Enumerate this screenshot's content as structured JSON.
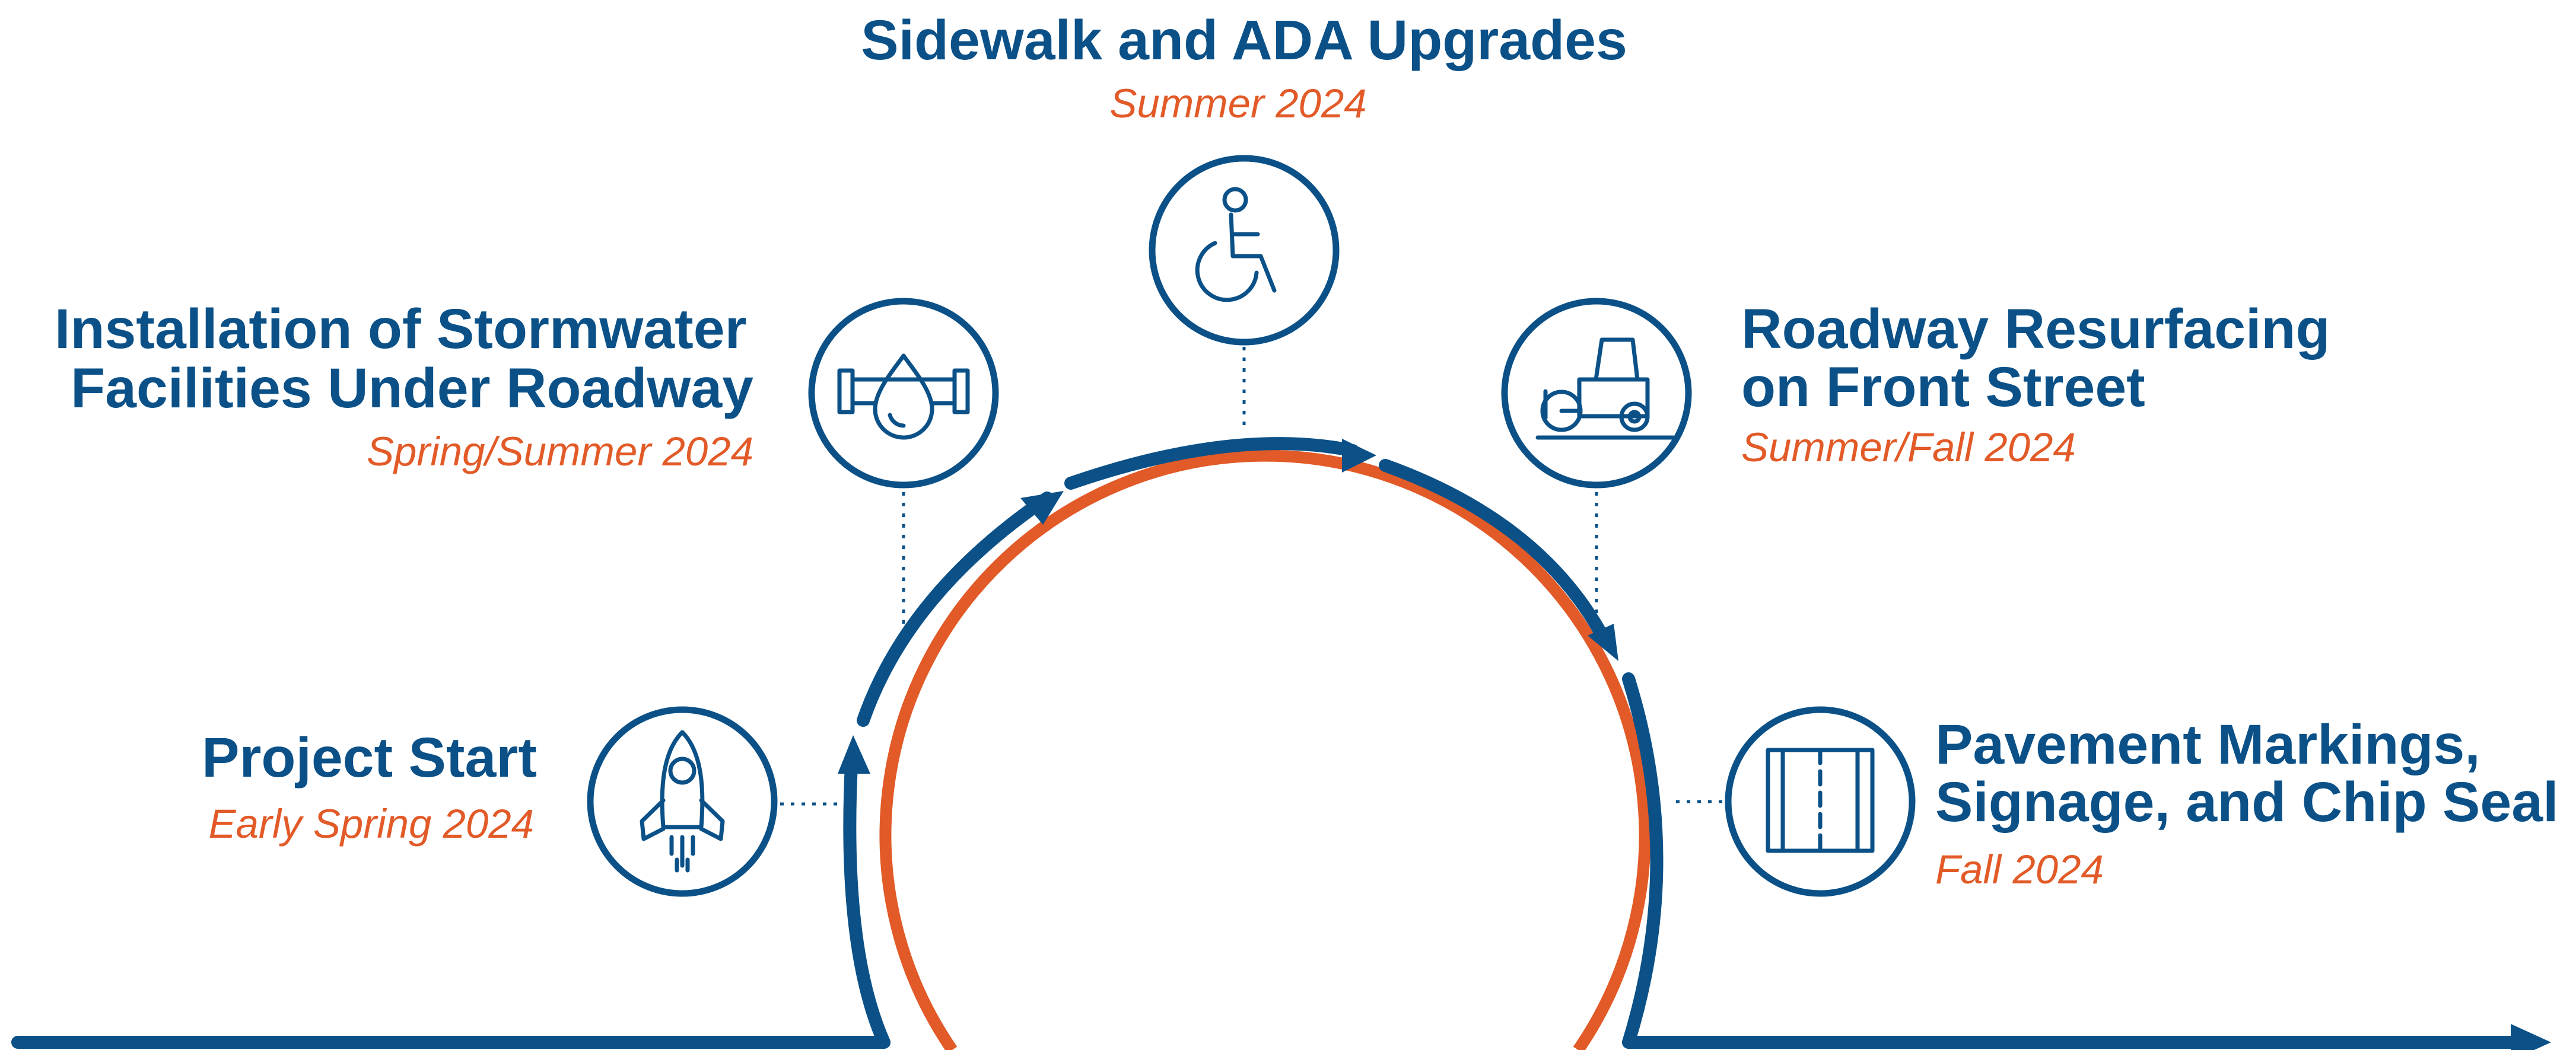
{
  "colors": {
    "primary": "#0b5188",
    "accent": "#e25a27"
  },
  "stages": [
    {
      "title_lines": [
        "Project Start"
      ],
      "date": "Early Spring 2024",
      "icon": "rocket-icon"
    },
    {
      "title_lines": [
        "Installation of Stormwater",
        "Facilities Under Roadway"
      ],
      "date": "Spring/Summer 2024",
      "icon": "stormwater-pipe-icon"
    },
    {
      "title_lines": [
        "Sidewalk and ADA Upgrades"
      ],
      "date": "Summer 2024",
      "icon": "wheelchair-icon"
    },
    {
      "title_lines": [
        "Roadway Resurfacing",
        "on Front Street"
      ],
      "date": "Summer/Fall 2024",
      "icon": "road-roller-icon"
    },
    {
      "title_lines": [
        "Pavement Markings,",
        "Signage, and Chip Seal"
      ],
      "date": "Fall 2024",
      "icon": "pavement-markings-icon"
    }
  ]
}
